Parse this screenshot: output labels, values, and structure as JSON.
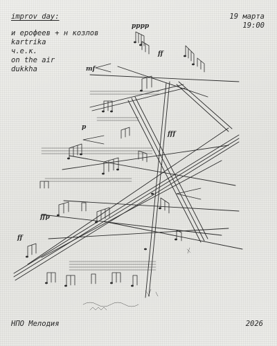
{
  "poster": {
    "title": "improv day:",
    "lineup": [
      "и ерофеев + н козлов",
      "kartrika",
      "ч.е.к.",
      "on the air",
      "dukkha"
    ],
    "date": "19 марта",
    "time": "19:00",
    "label": "НПО Мелодия",
    "year": "2026"
  },
  "score_marks": {
    "dynamics": [
      "pppp",
      "ff",
      "mf",
      "p",
      "fff",
      "ffp",
      "ff"
    ]
  },
  "colors": {
    "paper": "#ebebe8",
    "ink": "#262626"
  }
}
